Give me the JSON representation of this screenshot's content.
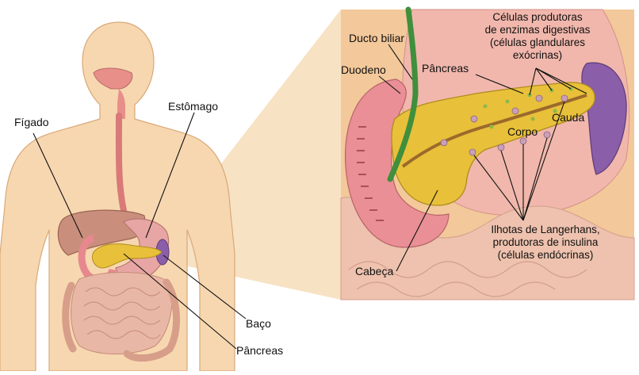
{
  "labels": {
    "figado": "Fígado",
    "estomago": "Estômago",
    "baco": "Baço",
    "pancreas_small": "Pâncreas",
    "ducto_biliar": "Ducto biliar",
    "duodeno": "Duodeno",
    "pancreas_detail": "Pâncreas",
    "celulas_produtoras": [
      "Células produtoras",
      "de enzimas digestivas",
      "(células glandulares",
      "exócrinas)"
    ],
    "corpo": "Corpo",
    "cauda": "Cauda",
    "cabeca": "Cabeça",
    "ilhotas": [
      "Ilhotas de Langerhans,",
      "produtoras de insulina",
      "(células endócrinas)"
    ]
  },
  "colors": {
    "skin": "#f7d7b0",
    "skin_outline": "#d9a877",
    "detail_panel_bg": "#f3c89a",
    "zoom_cone": "#f6ddb8",
    "pancreas": "#e8c03a",
    "duodenum": "#e7888e",
    "spleen": "#8a5ea8",
    "liver": "#c98f7c",
    "stomach": "#e7a6a3",
    "intestine": "#e9b7a5",
    "bile_duct": "#3f8f3c",
    "islet": "#c9a0b8"
  }
}
